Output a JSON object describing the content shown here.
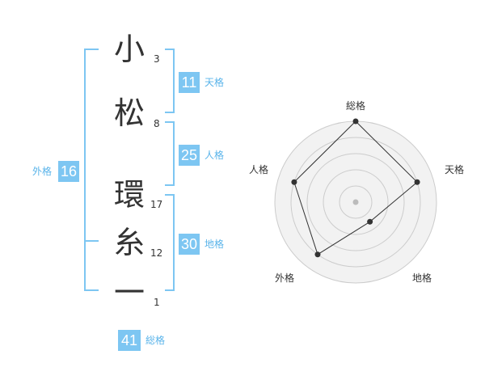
{
  "name": {
    "chars": [
      {
        "kanji": "小",
        "strokes": "3"
      },
      {
        "kanji": "松",
        "strokes": "8"
      },
      {
        "kanji": "環",
        "strokes": "17"
      },
      {
        "kanji": "糸",
        "strokes": "12"
      },
      {
        "kanji": "一",
        "strokes": "1"
      }
    ]
  },
  "kakusu": {
    "tenkaku": {
      "value": "11",
      "label": "天格"
    },
    "jinkaku": {
      "value": "25",
      "label": "人格"
    },
    "chikaku": {
      "value": "30",
      "label": "地格"
    },
    "gaikaku": {
      "value": "16",
      "label": "外格"
    },
    "soukaku": {
      "value": "41",
      "label": "総格"
    }
  },
  "chart_data": {
    "type": "radar",
    "axes": [
      "総格",
      "天格",
      "地格",
      "外格",
      "人格"
    ],
    "values": [
      5,
      4,
      1.5,
      4,
      4
    ],
    "max": 5,
    "rings": 5,
    "colors": {
      "fill": "#f2f2f2",
      "ring": "#cccccc",
      "line": "#333333",
      "center": "#bbbbbb"
    }
  },
  "colors": {
    "accent": "#7dc6f2",
    "label_text": "#5ab4ea"
  }
}
